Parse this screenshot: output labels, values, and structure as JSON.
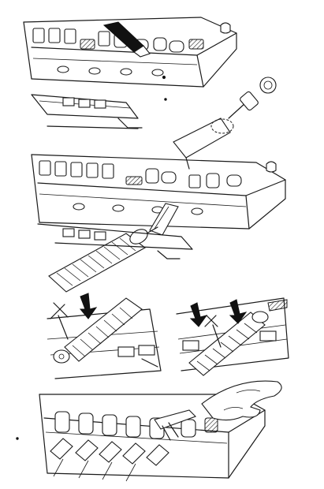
{
  "figure": {
    "panels": [
      {
        "id": "step-1",
        "arrows": 1,
        "tool": "marker"
      },
      {
        "id": "step-2",
        "arrows": 0,
        "tool": "extraction-tool"
      },
      {
        "id": "step-3a",
        "arrows": 1,
        "tool": "grip"
      },
      {
        "id": "step-3b",
        "arrows": 2,
        "tool": "grip"
      },
      {
        "id": "step-4",
        "arrows": 0,
        "tool": "pliers"
      }
    ],
    "colors": {
      "ink": "#1a1a1a",
      "paper": "#ffffff"
    }
  }
}
